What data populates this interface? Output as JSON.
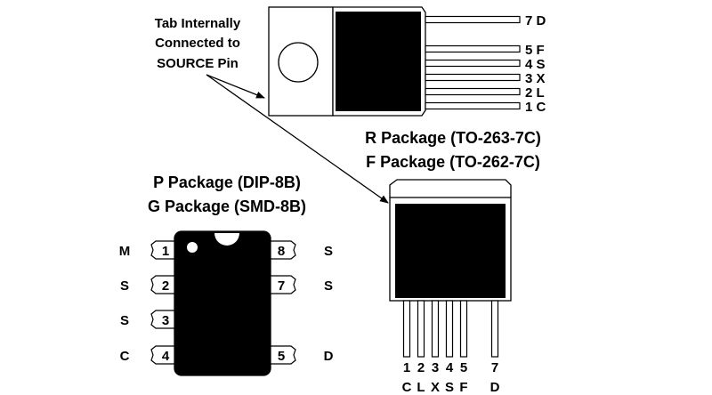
{
  "callout": {
    "line1": "Tab Internally",
    "line2": "Connected to",
    "line3": "SOURCE Pin"
  },
  "r_package": {
    "title_r": "R Package (TO-263-7C)",
    "title_f": "F Package (TO-262-7C)",
    "pins": [
      {
        "num": "7",
        "name": "D"
      },
      {
        "num": "5",
        "name": "F"
      },
      {
        "num": "4",
        "name": "S"
      },
      {
        "num": "3",
        "name": "X"
      },
      {
        "num": "2",
        "name": "L"
      },
      {
        "num": "1",
        "name": "C"
      }
    ]
  },
  "dip_package": {
    "title_p": "P Package (DIP-8B)",
    "title_g": "G Package (SMD-8B)",
    "left_pins": [
      {
        "num": "1",
        "name": "M"
      },
      {
        "num": "2",
        "name": "S"
      },
      {
        "num": "3",
        "name": "S"
      },
      {
        "num": "4",
        "name": "C"
      }
    ],
    "right_pins": [
      {
        "num": "8",
        "name": "S"
      },
      {
        "num": "7",
        "name": "S"
      },
      {
        "num": "5",
        "name": "D"
      }
    ]
  },
  "vertical_package": {
    "pins": [
      {
        "num": "1",
        "name": "C"
      },
      {
        "num": "2",
        "name": "L"
      },
      {
        "num": "3",
        "name": "X"
      },
      {
        "num": "4",
        "name": "S"
      },
      {
        "num": "5",
        "name": "F"
      },
      {
        "num": "7",
        "name": "D"
      }
    ]
  }
}
